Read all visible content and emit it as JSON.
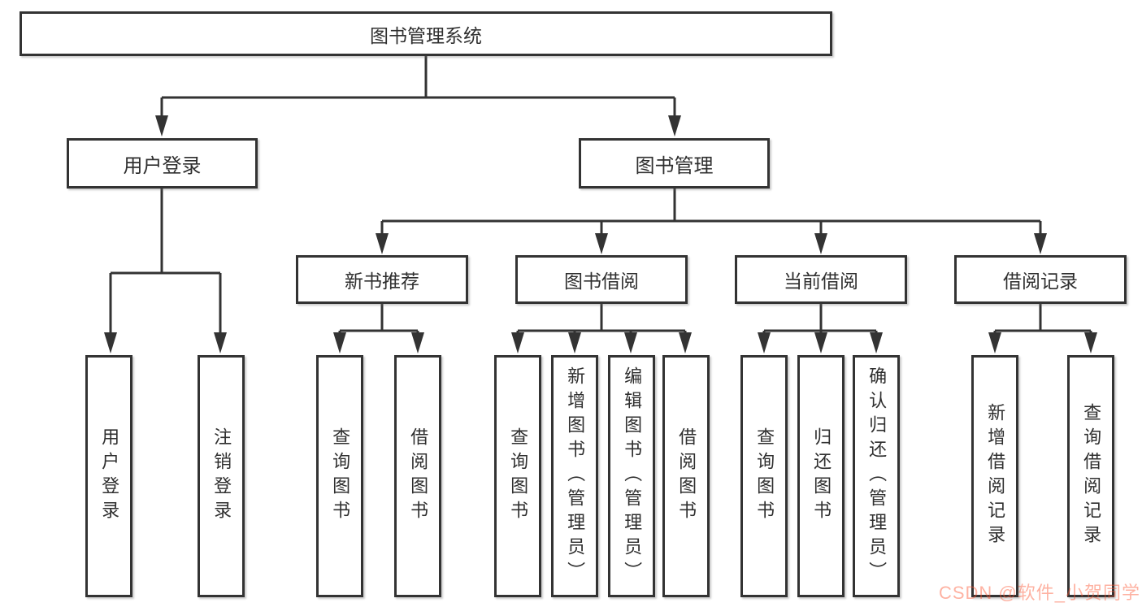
{
  "diagram_title": "图书管理系统",
  "tree": {
    "root": "图书管理系统",
    "branches": [
      {
        "label": "用户登录",
        "children": [
          "用户登录",
          "注销登录"
        ]
      },
      {
        "label": "图书管理",
        "groups": [
          {
            "label": "新书推荐",
            "children": [
              "查询图书",
              "借阅图书"
            ]
          },
          {
            "label": "图书借阅",
            "children": [
              "查询图书",
              "新增图书（管理员）",
              "编辑图书（管理员）",
              "借阅图书"
            ]
          },
          {
            "label": "当前借阅",
            "children": [
              "查询图书",
              "归还图书",
              "确认归还（管理员）"
            ]
          },
          {
            "label": "借阅记录",
            "children": [
              "新增借阅记录",
              "查询借阅记录"
            ]
          }
        ]
      }
    ]
  },
  "watermark": "CSDN @软件_小贺同学",
  "colors": {
    "line": "#333333",
    "box_border": "#333333",
    "box_bg": "#ffffff",
    "text": "#2f2f2f",
    "watermark": "rgba(252,85,49,0.45)"
  }
}
